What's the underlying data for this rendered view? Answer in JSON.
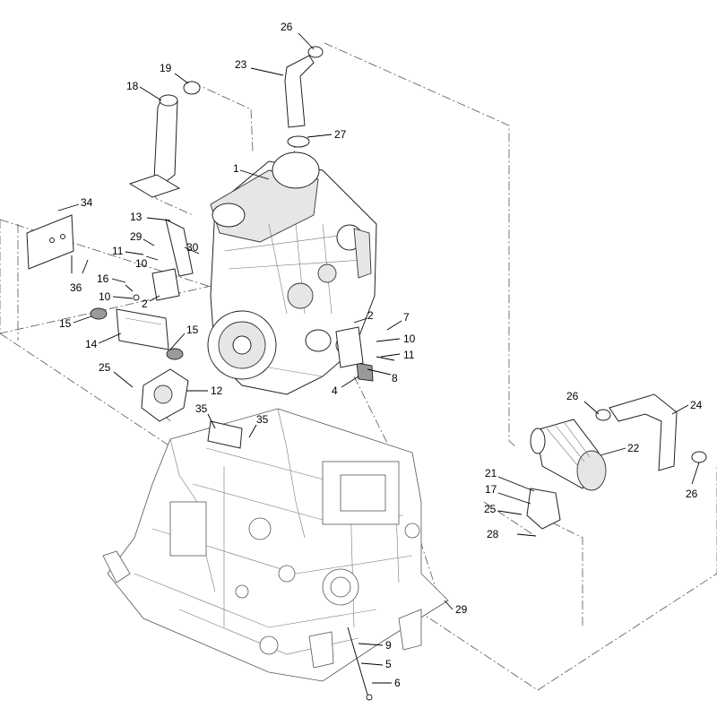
{
  "callouts": [
    {
      "id": "c26a",
      "label": "26"
    },
    {
      "id": "c23",
      "label": "23"
    },
    {
      "id": "c19",
      "label": "19"
    },
    {
      "id": "c18",
      "label": "18"
    },
    {
      "id": "c27",
      "label": "27"
    },
    {
      "id": "c1",
      "label": "1"
    },
    {
      "id": "c34",
      "label": "34"
    },
    {
      "id": "c13",
      "label": "13"
    },
    {
      "id": "c29a",
      "label": "29"
    },
    {
      "id": "c11a",
      "label": "11"
    },
    {
      "id": "c30",
      "label": "30"
    },
    {
      "id": "c10a",
      "label": "10"
    },
    {
      "id": "c36",
      "label": "36"
    },
    {
      "id": "c16",
      "label": "16"
    },
    {
      "id": "c2a",
      "label": "2"
    },
    {
      "id": "c10b",
      "label": "10"
    },
    {
      "id": "c2b",
      "label": "2"
    },
    {
      "id": "c7",
      "label": "7"
    },
    {
      "id": "c15a",
      "label": "15"
    },
    {
      "id": "c15b",
      "label": "15"
    },
    {
      "id": "c14",
      "label": "14"
    },
    {
      "id": "c10c",
      "label": "10"
    },
    {
      "id": "c11b",
      "label": "11"
    },
    {
      "id": "c8",
      "label": "8"
    },
    {
      "id": "c25a",
      "label": "25"
    },
    {
      "id": "c12",
      "label": "12"
    },
    {
      "id": "c4",
      "label": "4"
    },
    {
      "id": "c26b",
      "label": "26"
    },
    {
      "id": "c24",
      "label": "24"
    },
    {
      "id": "c35a",
      "label": "35"
    },
    {
      "id": "c35b",
      "label": "35"
    },
    {
      "id": "c22",
      "label": "22"
    },
    {
      "id": "c21",
      "label": "21"
    },
    {
      "id": "c17",
      "label": "17"
    },
    {
      "id": "c26c",
      "label": "26"
    },
    {
      "id": "c25b",
      "label": "25"
    },
    {
      "id": "c28",
      "label": "28"
    },
    {
      "id": "c29b",
      "label": "29"
    },
    {
      "id": "c9",
      "label": "9"
    },
    {
      "id": "c5",
      "label": "5"
    },
    {
      "id": "c6",
      "label": "6"
    }
  ]
}
